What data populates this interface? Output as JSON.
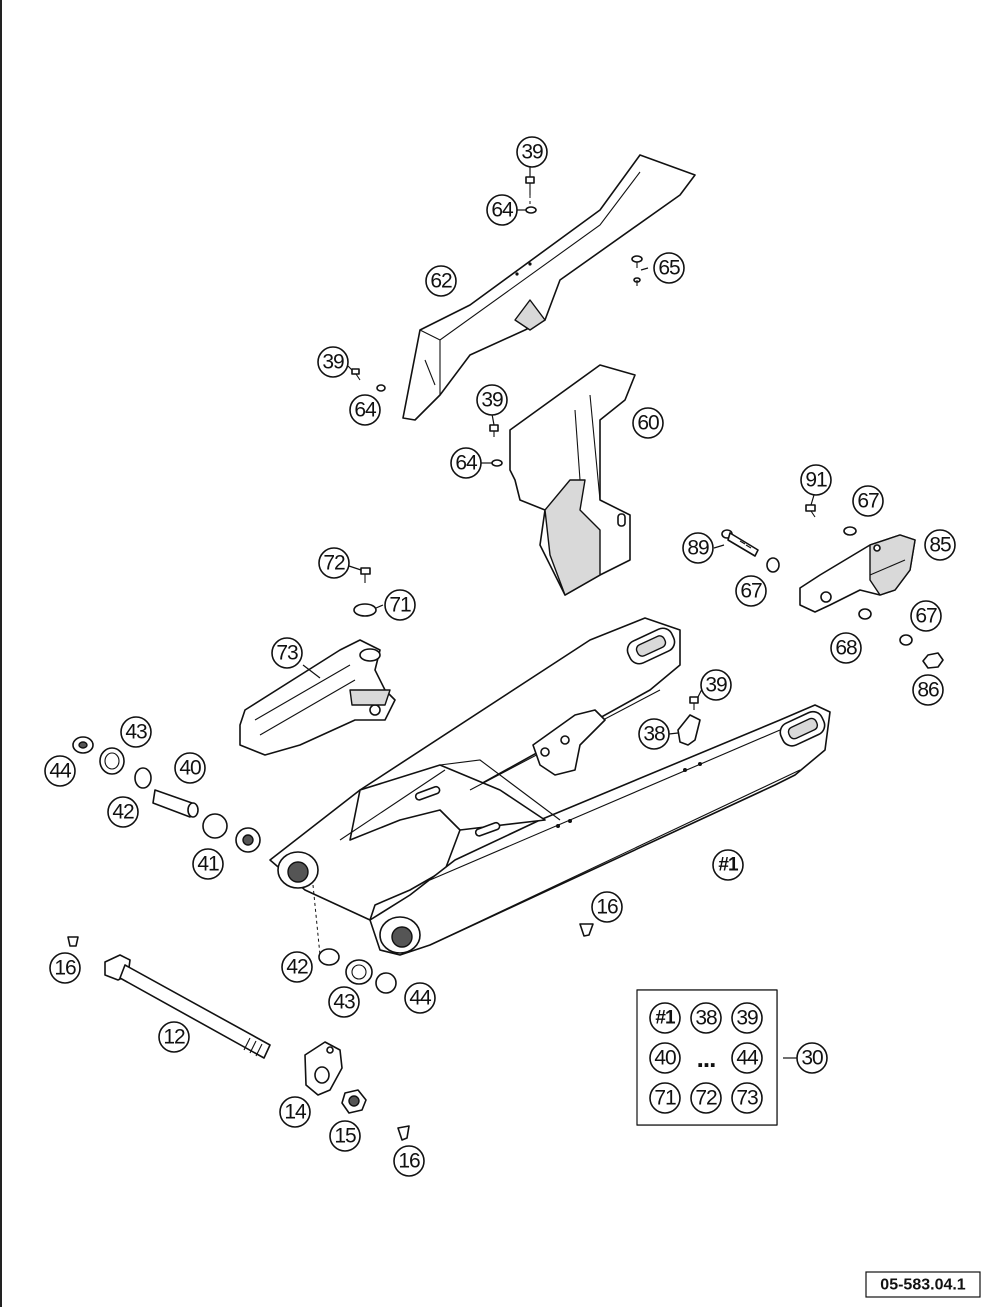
{
  "drawing_number": "05-583.04.1",
  "callouts": {
    "c39a": "39",
    "c64a": "64",
    "c65": "65",
    "c62": "62",
    "c39b": "39",
    "c64b": "64",
    "c39c": "39",
    "c60": "60",
    "c64c": "64",
    "c91": "91",
    "c67a": "67",
    "c89": "89",
    "c85": "85",
    "c67b": "67",
    "c67c": "67",
    "c68": "68",
    "c86": "86",
    "c72": "72",
    "c71": "71",
    "c73": "73",
    "c39d": "39",
    "c38": "38",
    "c43a": "43",
    "c44a": "44",
    "c40": "40",
    "c42a": "42",
    "c41": "41",
    "c1": "#1",
    "c16a": "16",
    "c16b": "16",
    "c42b": "42",
    "c43b": "43",
    "c44b": "44",
    "c12": "12",
    "c14": "14",
    "c15": "15",
    "c16c": "16"
  },
  "kit": {
    "items": [
      "#1",
      "38",
      "39",
      "40",
      "...",
      "44",
      "71",
      "72",
      "73"
    ],
    "label": "30"
  }
}
